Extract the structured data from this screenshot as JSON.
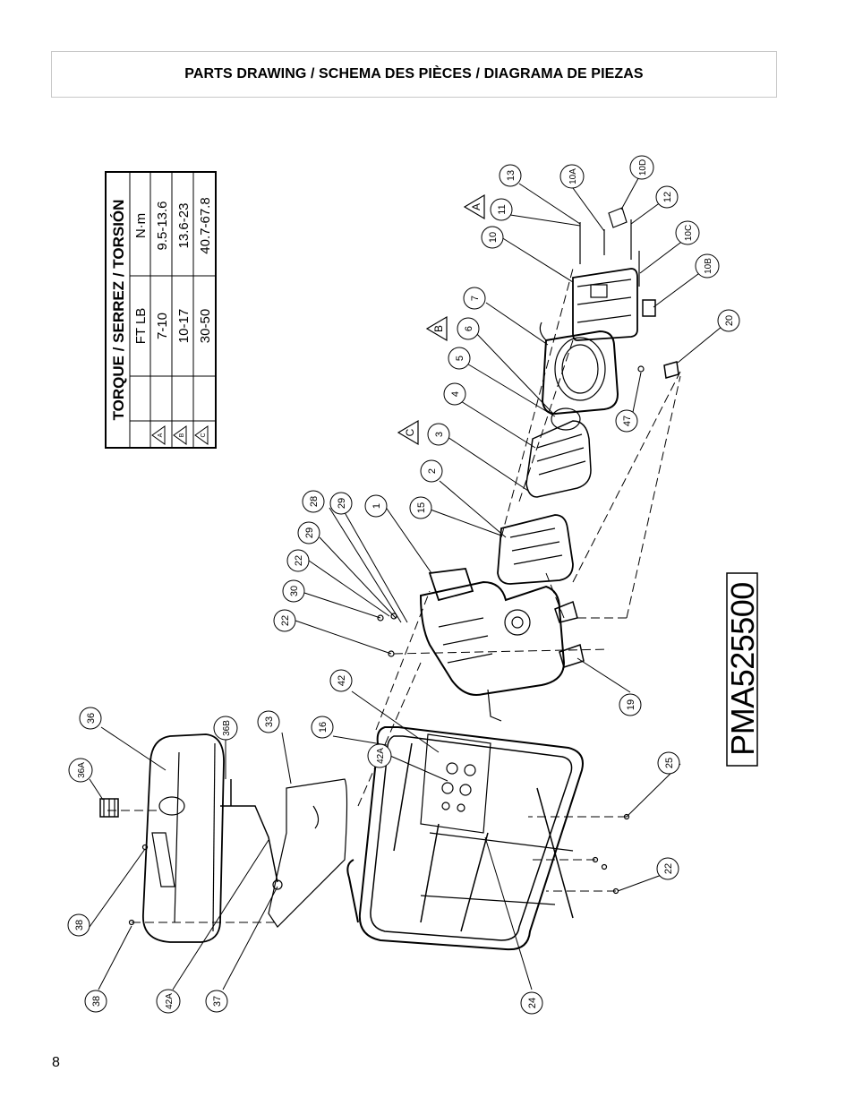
{
  "header": {
    "title": "PARTS DRAWING / SCHEMA DES PIÈCES / DIAGRAMA DE PIEZAS"
  },
  "page_number": "8",
  "model_number": "PMA525500",
  "torque_table": {
    "title": "TORQUE / SERREZ / TORSIÓN",
    "col_ftlb": "FT LB",
    "col_nm": "N·m",
    "rows": [
      {
        "symbol": "A",
        "ftlb": "7-10",
        "nm": "9.5-13.6"
      },
      {
        "symbol": "B",
        "ftlb": "10-17",
        "nm": "13.6-23"
      },
      {
        "symbol": "C",
        "ftlb": "30-50",
        "nm": "40.7-67.8"
      }
    ]
  },
  "callouts": [
    "1",
    "2",
    "3",
    "4",
    "5",
    "6",
    "7",
    "10",
    "10A",
    "10B",
    "10C",
    "10D",
    "11",
    "12",
    "13",
    "15",
    "16",
    "19",
    "20",
    "22",
    "22",
    "22",
    "24",
    "25",
    "28",
    "29",
    "29",
    "30",
    "33",
    "36",
    "36A",
    "36B",
    "37",
    "38",
    "38",
    "42",
    "42A",
    "42A",
    "47"
  ],
  "warning_marks": [
    "A",
    "B",
    "C"
  ]
}
